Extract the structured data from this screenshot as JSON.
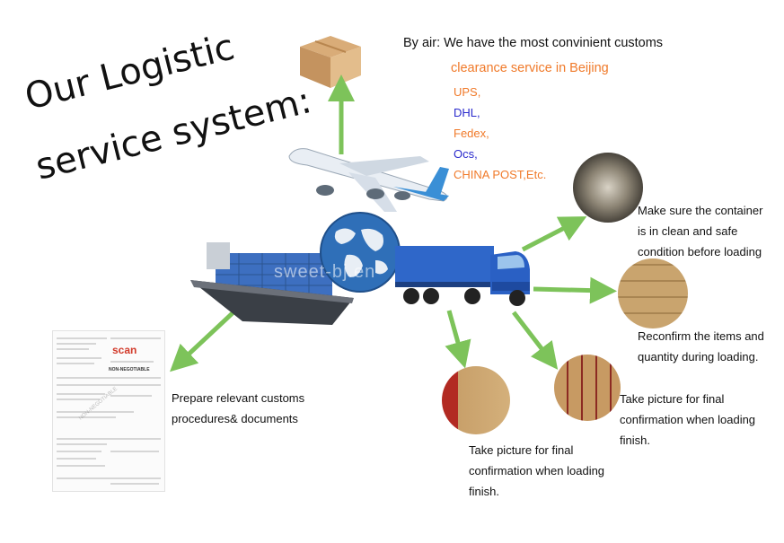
{
  "heading": {
    "line1": "Our Logistic",
    "line2": "service system:"
  },
  "air": {
    "line1": "By air: We have the most convinient customs",
    "line2": "clearance service in Beijing",
    "carriers": [
      {
        "name": "UPS,",
        "color": "#f07a2a"
      },
      {
        "name": "DHL,",
        "color": "#2a2acc"
      },
      {
        "name": "Fedex,",
        "color": "#f07a2a"
      },
      {
        "name": "Ocs,",
        "color": "#2a2acc"
      },
      {
        "name": "CHINA POST,Etc.",
        "color": "#f07a2a"
      }
    ]
  },
  "steps": {
    "container": [
      "Make sure the container",
      "is in clean and safe",
      "condition before loading"
    ],
    "reconfirm": [
      "Reconfirm the items and",
      "quantity during loading."
    ],
    "photo_right": [
      "Take picture for final",
      "confirmation when loading",
      "finish."
    ],
    "photo_bottom": [
      "Take picture for final",
      "confirmation when loading",
      "finish."
    ],
    "customs": [
      "Prepare relevant customs",
      "procedures& documents"
    ]
  },
  "document": {
    "brand": "scan",
    "stamp": "NON-NEGOTIABLE",
    "watermark": "NON-NEGOTIABLE"
  },
  "watermark": "sweet-bj.en",
  "colors": {
    "arrow": "#7dc35a",
    "orange": "#f07a2a",
    "blue": "#2a2acc"
  }
}
